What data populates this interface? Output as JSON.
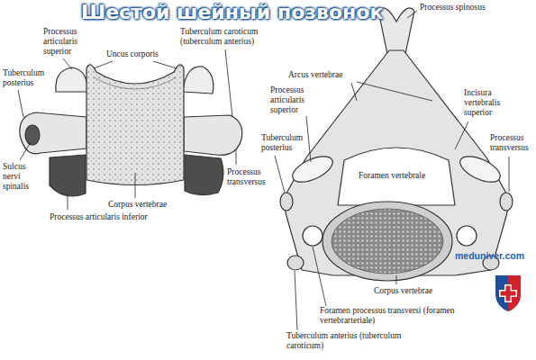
{
  "diagram": {
    "title": "Шестой шейный позвонок",
    "labels": [
      "Processus articularis superior",
      "Tuberculum caroticum (tuberculum anterius)",
      "Uncus corporis",
      "Tuberculum posterius",
      "Sulcus nervi spinalis",
      "Processus articularis inferior",
      "Corpus vertebrae",
      "Processus transversus",
      "Processus spinosus",
      "Arcus vertebrae",
      "Processus articularis superior",
      "Incisura vertebralis superior",
      "Tuberculum posterius",
      "Processus transversus",
      "Foramen vertebrale",
      "meduniver.com",
      "Corpus vertebrae",
      "Foramen processus transversi (foramen vertebrarteriale)",
      "Tuberculum anterius (tuberculum caroticum)"
    ]
  }
}
